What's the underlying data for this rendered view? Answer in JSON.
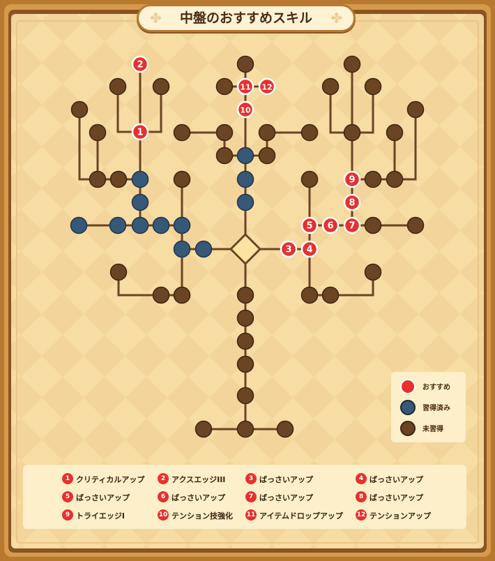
{
  "title": "中盤のおすすめスキル",
  "colors": {
    "recommended": "#e8302f",
    "learned": "#365879",
    "unlearned": "#6b4424",
    "line": "#6b4424",
    "center": "#fce3a0"
  },
  "legend": [
    {
      "type": "recommended",
      "label": "おすすめ"
    },
    {
      "type": "learned",
      "label": "習得済み"
    },
    {
      "type": "unlearned",
      "label": "未習得"
    }
  ],
  "skills": [
    {
      "num": "1",
      "name": "クリティカルアップ"
    },
    {
      "num": "2",
      "name": "アクスエッジIII"
    },
    {
      "num": "3",
      "name": "ばっさいアップ"
    },
    {
      "num": "4",
      "name": "ばっさいアップ"
    },
    {
      "num": "5",
      "name": "ばっさいアップ"
    },
    {
      "num": "6",
      "name": "ばっさいアップ"
    },
    {
      "num": "7",
      "name": "ばっさいアップ"
    },
    {
      "num": "8",
      "name": "ばっさいアップ"
    },
    {
      "num": "9",
      "name": "トライエッジI"
    },
    {
      "num": "10",
      "name": "テンション技強化"
    },
    {
      "num": "11",
      "name": "アイテムドロップアップ"
    },
    {
      "num": "12",
      "name": "テンションアップ"
    }
  ]
}
